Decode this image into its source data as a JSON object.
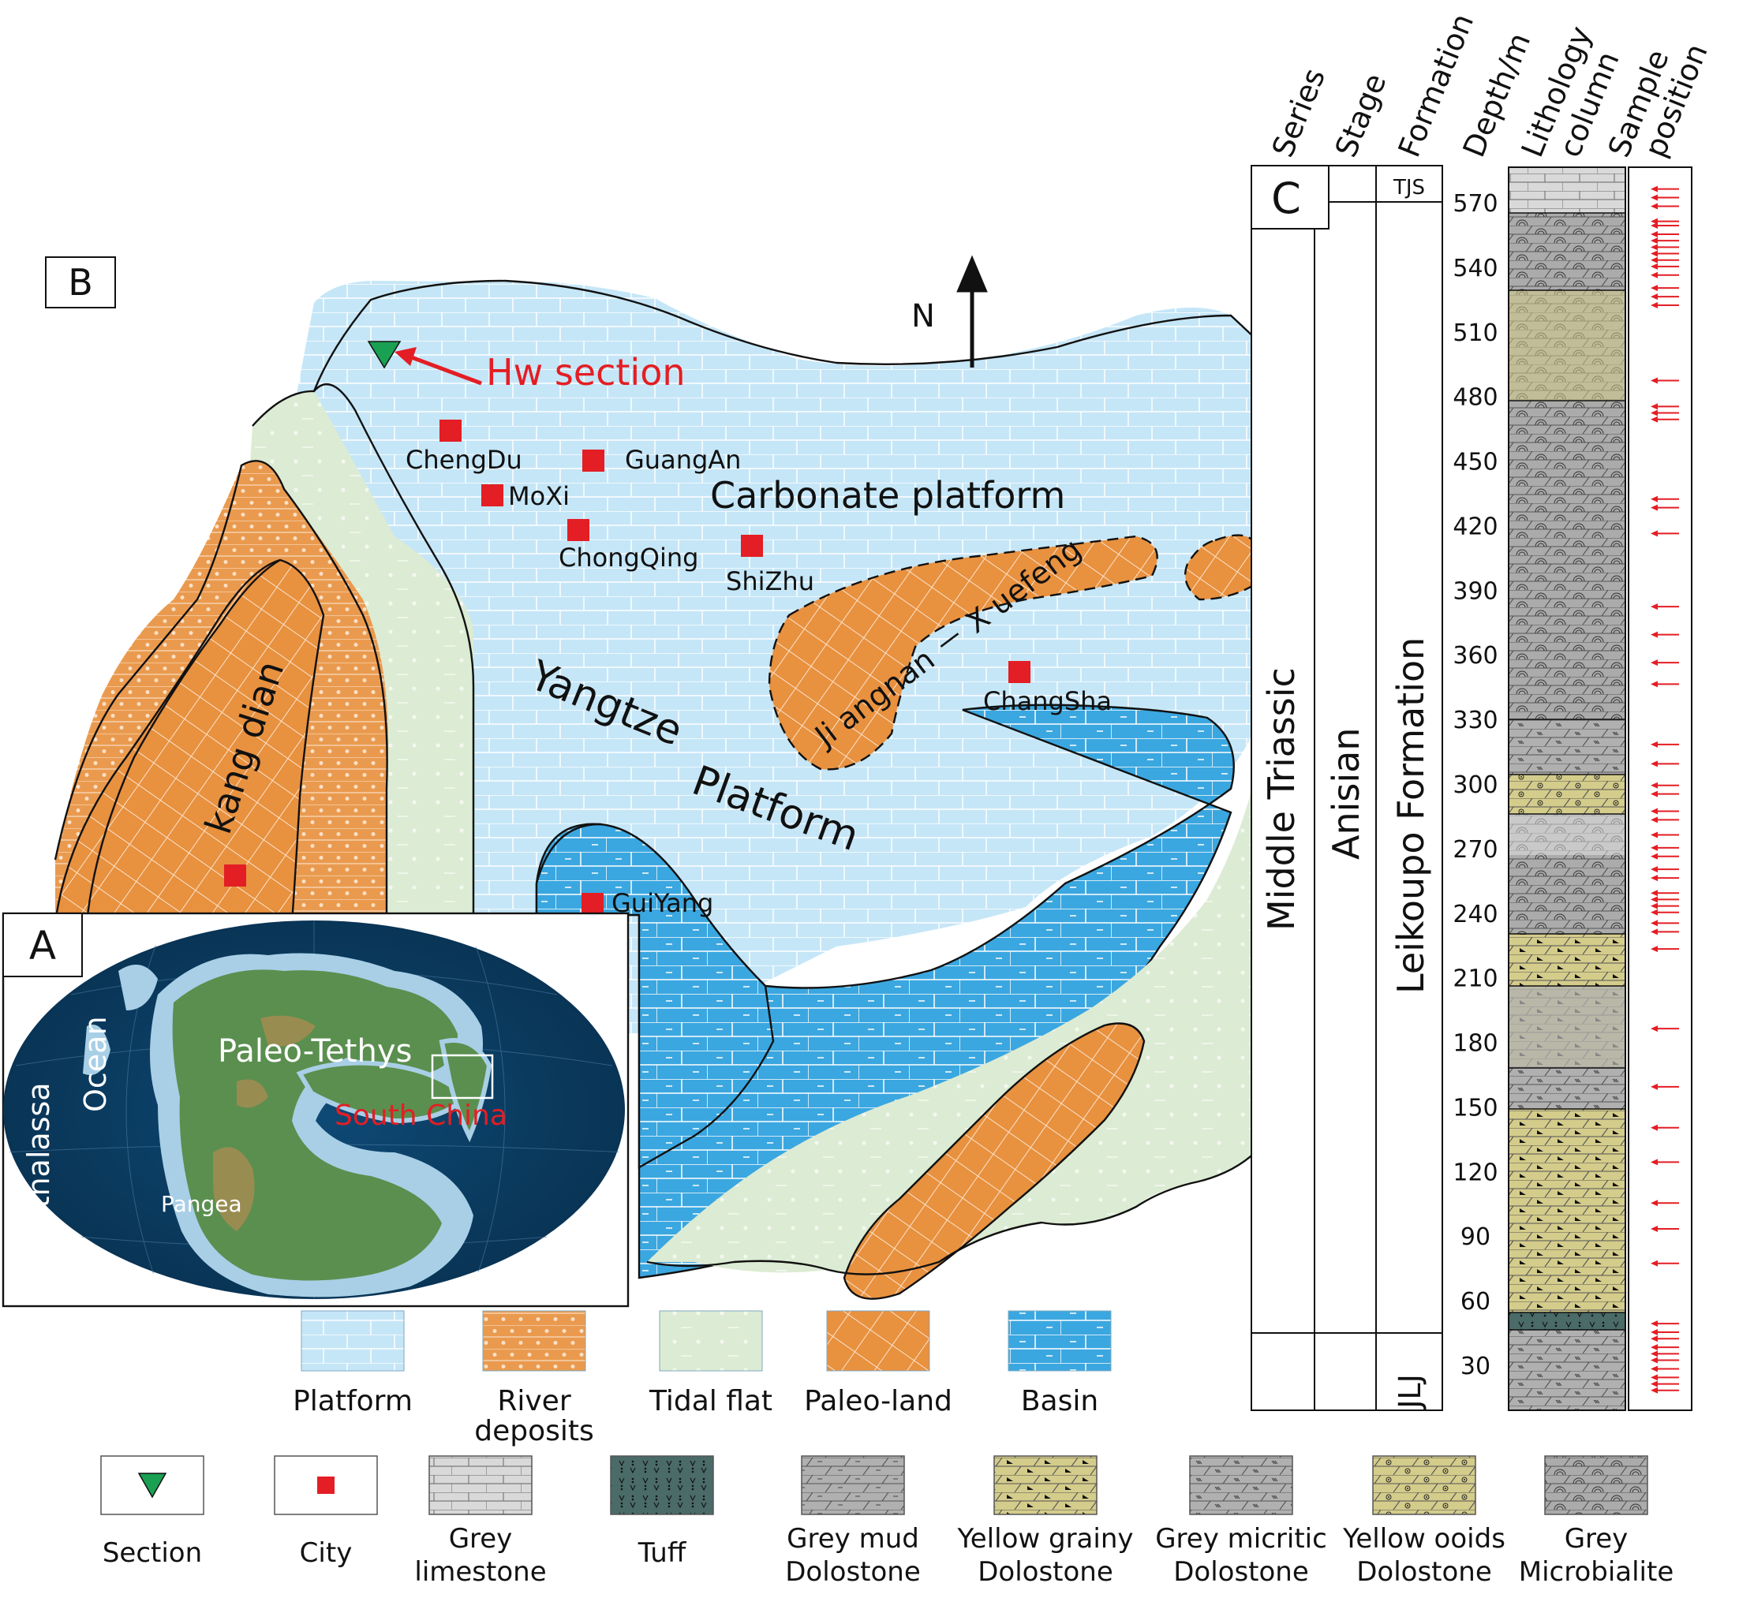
{
  "panels": {
    "a": "A",
    "b": "B",
    "c": "C"
  },
  "map": {
    "north": "N",
    "section": "Hw section",
    "cities": [
      "ChengDu",
      "GuangAn",
      "MoXi",
      "ChongQing",
      "ShiZhu",
      "ChangSha",
      "GuiYang"
    ],
    "regions": [
      "Carbonate platform",
      "Yangtze",
      "Platform",
      "kang dian",
      "Ji angnan － X uefeng"
    ]
  },
  "globe": {
    "ocean": [
      "Panthalassa",
      "Ocean"
    ],
    "tethys": "Paleo-Tethys",
    "china": "South China",
    "pangea": "Pangea"
  },
  "facies_legend": [
    {
      "line1": "Platform",
      "line2": "",
      "pattern": "platform"
    },
    {
      "line1": "River",
      "line2": "deposits",
      "pattern": "river"
    },
    {
      "line1": "Tidal flat",
      "line2": "",
      "pattern": "tidal"
    },
    {
      "line1": "Paleo-land",
      "line2": "",
      "pattern": "paleoland"
    },
    {
      "line1": "Basin",
      "line2": "",
      "pattern": "basin"
    }
  ],
  "litho_legend": [
    {
      "line1": "Section",
      "line2": "",
      "symbol": "section"
    },
    {
      "line1": "City",
      "line2": "",
      "symbol": "city"
    },
    {
      "line1": "Grey",
      "line2": "limestone",
      "symbol": "limestone"
    },
    {
      "line1": "Tuff",
      "line2": "",
      "symbol": "tuff"
    },
    {
      "line1": "Grey mud",
      "line2": "Dolostone",
      "symbol": "mud"
    },
    {
      "line1": "Yellow grainy",
      "line2": "Dolostone",
      "symbol": "grainy"
    },
    {
      "line1": "Grey micritic",
      "line2": "Dolostone",
      "symbol": "micritic"
    },
    {
      "line1": "Yellow ooids",
      "line2": "Dolostone",
      "symbol": "ooids"
    },
    {
      "line1": "Grey",
      "line2": "Microbialite",
      "symbol": "microbialite"
    }
  ],
  "column": {
    "headers": [
      "Series",
      "Stage",
      "Formation",
      "Depth/m",
      "Lithology",
      "column",
      "Sample",
      "position"
    ],
    "series": "Middle Triassic",
    "stage": "Anisian",
    "formation": "Leikoupo Formation",
    "top_unit": "TJS",
    "bottom_unit": "JLJ",
    "depths": [
      570,
      540,
      510,
      480,
      450,
      420,
      390,
      360,
      330,
      300,
      270,
      240,
      210,
      180,
      150,
      120,
      90,
      60,
      30
    ],
    "samples": [
      576,
      572,
      568,
      561,
      559,
      555,
      552,
      549,
      546,
      543,
      540,
      536,
      530,
      526,
      522,
      487,
      475,
      472,
      469,
      432,
      428,
      416,
      382,
      369,
      356,
      346,
      318,
      309,
      299,
      295,
      287,
      283,
      276,
      270,
      266,
      260,
      256,
      249,
      246,
      243,
      240,
      235,
      231,
      223,
      186,
      159,
      140,
      124,
      105,
      93,
      77,
      49,
      45,
      42,
      38,
      35,
      32,
      28,
      24,
      21,
      18
    ]
  },
  "colors": {
    "platform": "#c5e6f7",
    "river": "#ea9a4e",
    "tidal": "#dcebd3",
    "paleoland": "#e8913f",
    "basin": "#3ba7e0",
    "city": "#e31e24",
    "section": "#1aa052",
    "label_red": "#e31e24",
    "ocean": "#0b3d63"
  }
}
